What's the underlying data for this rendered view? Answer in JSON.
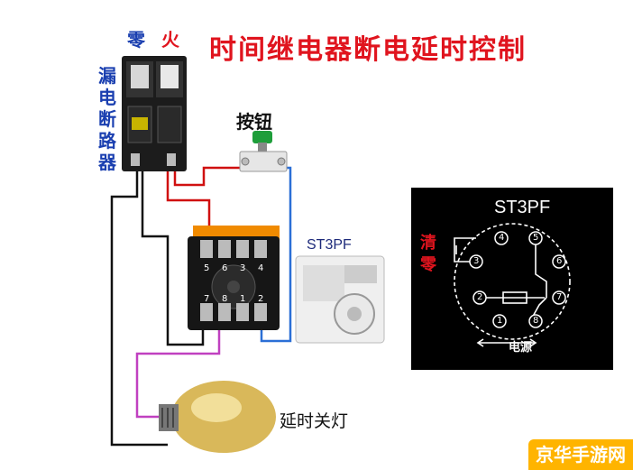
{
  "title": "时间继电器断电延时控制",
  "labels": {
    "neutral": "零",
    "live": "火",
    "breaker": "漏电断路器",
    "button": "按钮",
    "device": "ST3PF",
    "lamp": "延时关灯"
  },
  "schematic": {
    "title": "ST3PF",
    "clear_label": "清零",
    "power_label": "电源",
    "pins": [
      "1",
      "2",
      "3",
      "4",
      "5",
      "6",
      "7",
      "8"
    ]
  },
  "base_pins_top": [
    "5",
    "6",
    "3",
    "4"
  ],
  "base_pins_bottom": [
    "7",
    "8",
    "1",
    "2"
  ],
  "watermark": "京华手游网",
  "colors": {
    "title": "#e0141e",
    "labels": "#1a3fb0",
    "live_wire": "#d01010",
    "neutral_wire": "#111111",
    "button_wire": "#2b6fd6",
    "lamp_wire": "#c040c0"
  }
}
